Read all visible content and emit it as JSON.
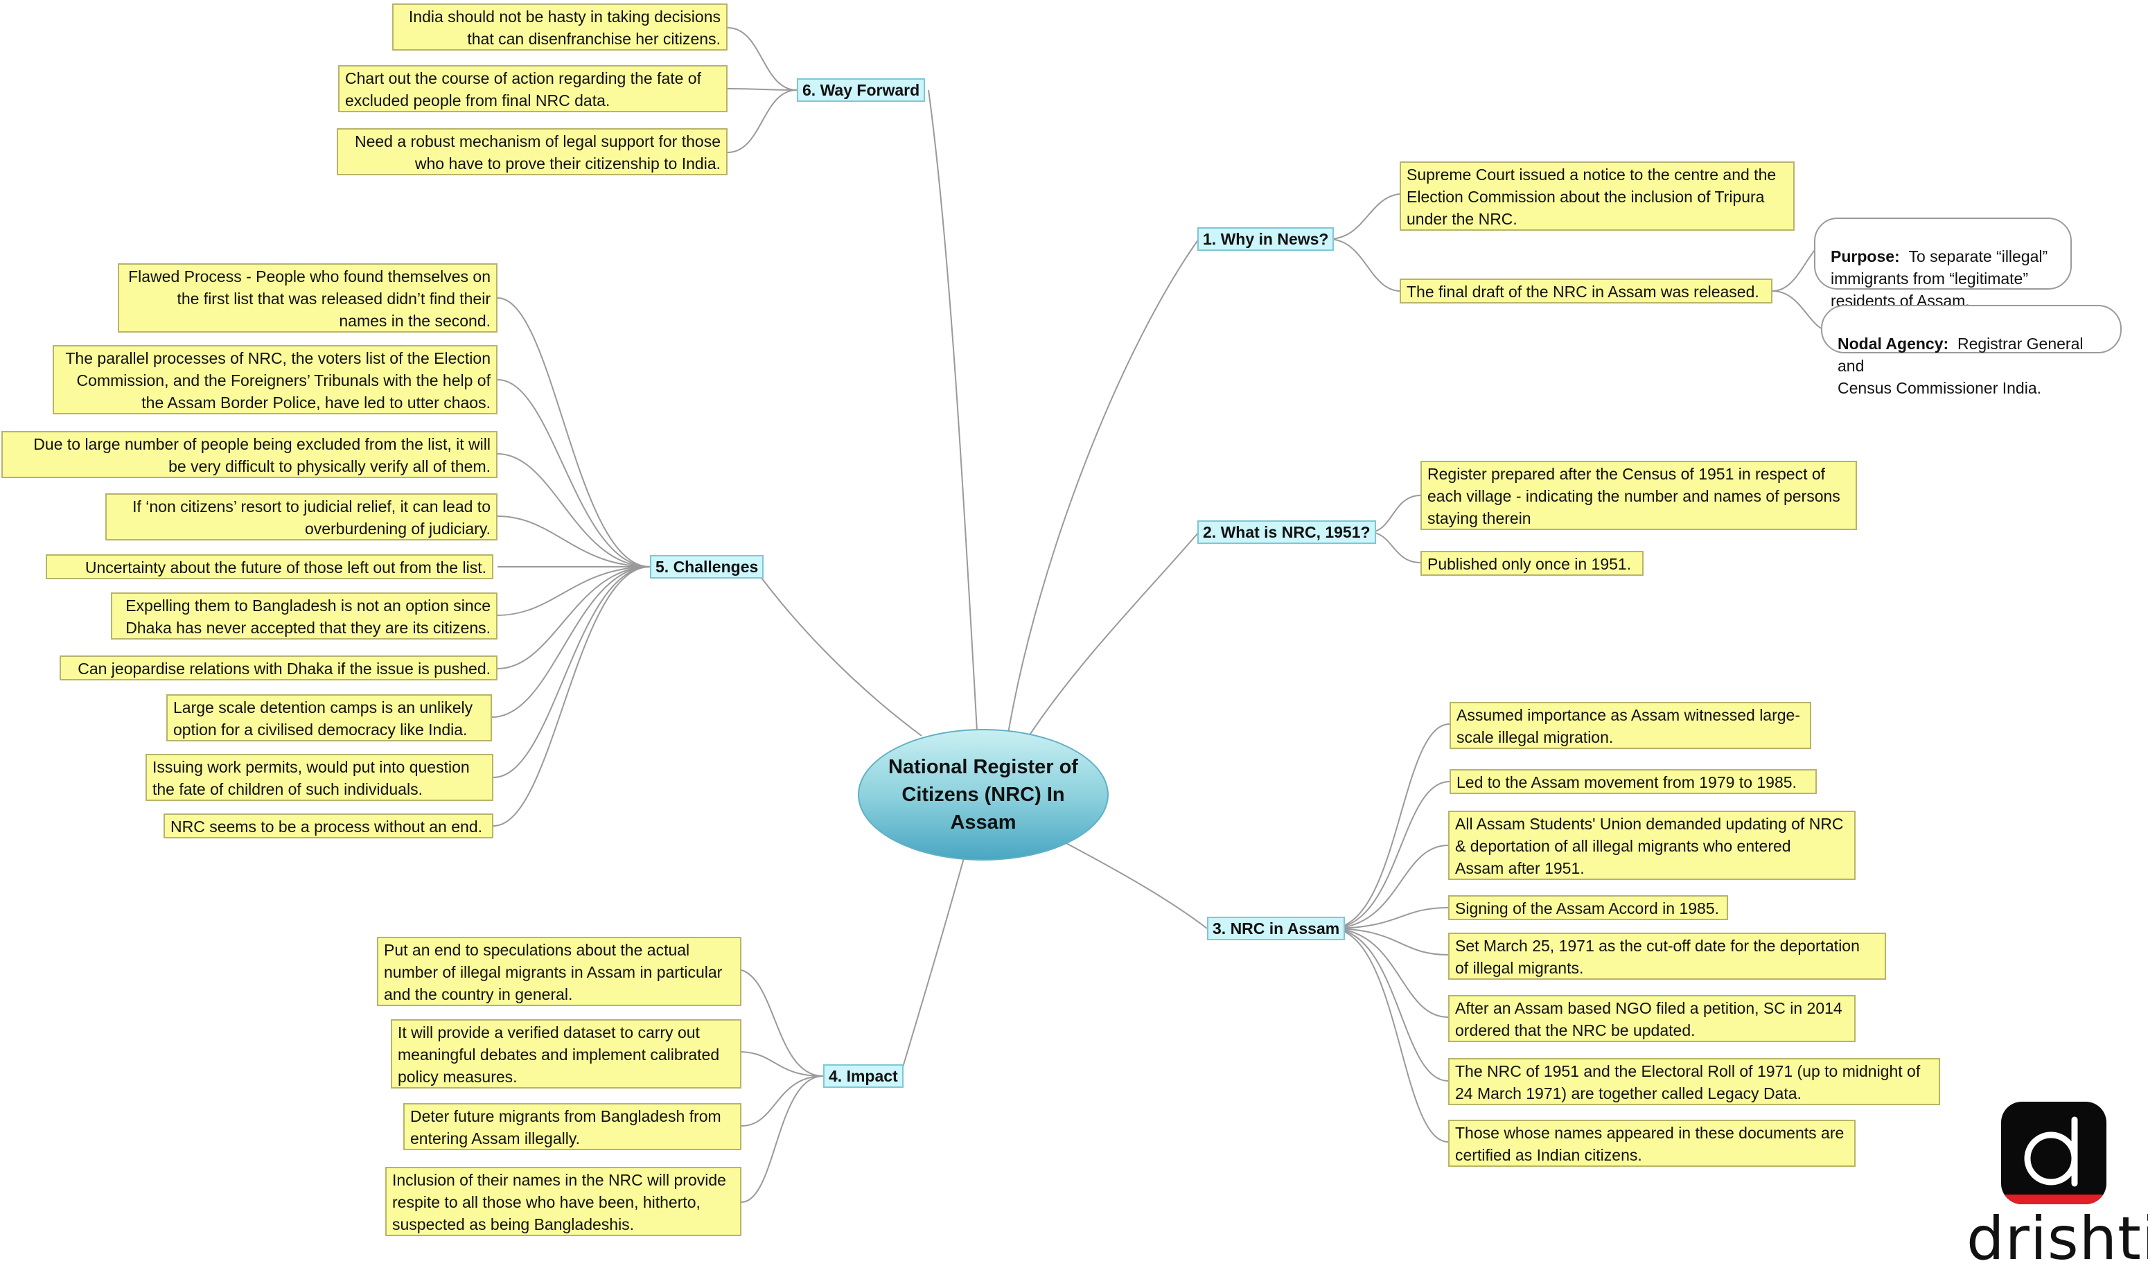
{
  "center_title": "National Register of\nCitizens (NRC) In Assam",
  "branches": {
    "why_in_news": {
      "label": "1. Why in News?",
      "items": [
        "Supreme Court issued a notice to the centre and the\nElection Commission about the inclusion of Tripura\nunder the NRC.",
        "The final draft of the NRC in Assam was released."
      ],
      "details": [
        {
          "heading": "Purpose:",
          "text": "To separate “illegal”\nimmigrants from “legitimate”\nresidents of Assam."
        },
        {
          "heading": "Nodal Agency:",
          "text": "Registrar General and\nCensus Commissioner India."
        }
      ]
    },
    "what_is_nrc": {
      "label": "2. What is NRC, 1951?",
      "items": [
        "Register prepared after the Census of 1951 in respect of\neach village - indicating the number and names of persons\nstaying therein",
        "Published only once in 1951."
      ]
    },
    "nrc_in_assam": {
      "label": "3. NRC in Assam",
      "items": [
        "Assumed importance as Assam witnessed large-\nscale illegal migration.",
        "Led to the Assam movement from 1979 to 1985.",
        "All Assam Students' Union demanded updating of NRC\n& deportation of all illegal migrants who entered\nAssam after 1951.",
        "Signing of the Assam Accord in 1985.",
        "Set March 25, 1971 as the cut-off date for the deportation\nof illegal migrants.",
        "After an Assam based NGO filed a petition, SC in 2014\nordered that the NRC be updated.",
        "The NRC of 1951 and the Electoral Roll of 1971 (up to midnight of\n24 March 1971) are together called Legacy Data.",
        "Those whose names appeared in these documents are\ncertified as Indian citizens."
      ]
    },
    "impact": {
      "label": "4. Impact",
      "items": [
        "Put an end to speculations about the actual\nnumber of illegal migrants in Assam in particular\nand the country in general.",
        "It will provide a verified dataset to carry out\nmeaningful debates and implement calibrated\npolicy measures.",
        "Deter future migrants from Bangladesh from\nentering Assam illegally.",
        "Inclusion of their names in the NRC will provide\nrespite to all those who have been, hitherto,\nsuspected as being Bangladeshis."
      ]
    },
    "challenges": {
      "label": "5. Challenges",
      "items": [
        "Flawed Process - People who found themselves on\nthe first list that was released didn’t find their\nnames in the second.",
        "The parallel processes of NRC, the voters list of the Election\nCommission, and the Foreigners’ Tribunals with the help of\nthe Assam Border Police, have led to utter chaos.",
        "Due to large number of people being excluded from the list, it will\nbe very difficult to physically verify all of them.",
        "If ‘non citizens’ resort to judicial relief, it can lead to\noverburdening of judiciary.",
        "Uncertainty about the future of those left out from the list.",
        "Expelling them to Bangladesh is not an option since\nDhaka has never accepted that they are its citizens.",
        "Can jeopardise relations with Dhaka if the issue is pushed.",
        "Large scale detention camps is an unlikely\noption for a civilised democracy like India.",
        "Issuing work permits, would put into question\nthe fate of children of such individuals.",
        "NRC seems to be a process without an end."
      ]
    },
    "way_forward": {
      "label": "6. Way Forward",
      "items": [
        "India should not be hasty in taking decisions\nthat can disenfranchise her citizens.",
        "Chart out the course of action regarding the fate of\nexcluded people from final NRC data.",
        "Need a robust mechanism of legal support for those\nwho have to prove their citizenship to India."
      ]
    }
  },
  "logo": {
    "letter": "d",
    "word": "drishti",
    "accent_color": "#e21e26"
  },
  "colors": {
    "leaf_bg": "#fbfb9b",
    "branch_bg": "#cdf6fb",
    "connector": "#9a9a9a"
  }
}
